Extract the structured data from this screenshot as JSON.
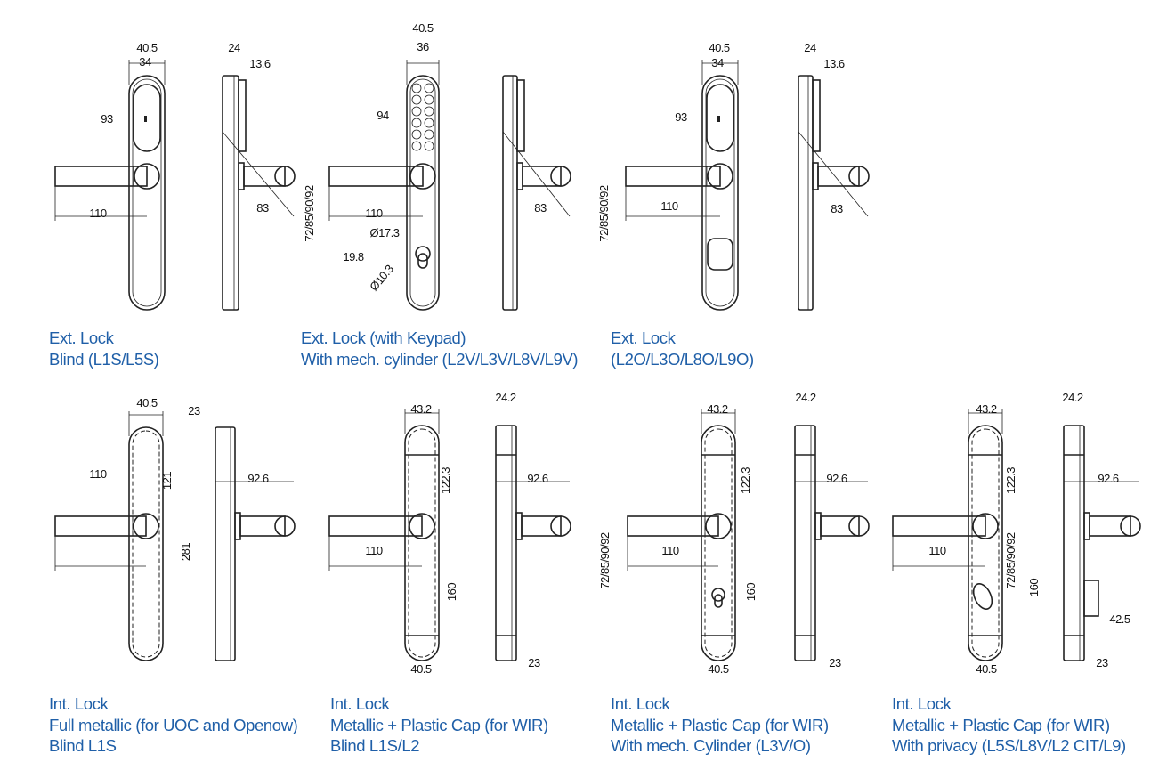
{
  "panels": [
    {
      "caption": [
        "Ext. Lock",
        "Blind (L1S/L5S)"
      ],
      "dims": [
        "40.5",
        "34",
        "93",
        "110",
        "24",
        "13.6",
        "83"
      ]
    },
    {
      "caption": [
        "Ext. Lock (with Keypad)",
        "With mech. cylinder (L2V/L3V/L8V/L9V)"
      ],
      "dims": [
        "40.5",
        "36",
        "94",
        "110",
        "72/85/90/92",
        "Ø17.3",
        "19.8",
        "Ø10.3",
        "83"
      ]
    },
    {
      "caption": [
        "Ext. Lock",
        "(L2O/L3O/L8O/L9O)"
      ],
      "dims": [
        "40.5",
        "34",
        "93",
        "110",
        "72/85/90/92",
        "24",
        "13.6",
        "83"
      ]
    },
    {
      "caption": [
        "Int. Lock",
        "Full metallic (for UOC and Openow)",
        "Blind L1S"
      ],
      "dims": [
        "40.5",
        "23",
        "110",
        "121",
        "281",
        "92.6"
      ]
    },
    {
      "caption": [
        "Int. Lock",
        "Metallic + Plastic Cap (for WIR)",
        "Blind L1S/L2"
      ],
      "dims": [
        "43.2",
        "24.2",
        "122.3",
        "92.6",
        "110",
        "160",
        "40.5",
        "23"
      ]
    },
    {
      "caption": [
        "Int. Lock",
        "Metallic + Plastic Cap (for WIR)",
        "With mech. Cylinder (L3V/O)"
      ],
      "dims": [
        "43.2",
        "24.2",
        "122.3",
        "92.6",
        "110",
        "72/85/90/92",
        "160",
        "40.5",
        "23"
      ]
    },
    {
      "caption": [
        "Int. Lock",
        "Metallic + Plastic Cap (for WIR)",
        "With privacy (L5S/L8V/L2 CIT/L9)"
      ],
      "dims": [
        "43.2",
        "24.2",
        "122.3",
        "92.6",
        "110",
        "72/85/90/92",
        "160",
        "42.5",
        "40.5",
        "23"
      ]
    }
  ]
}
